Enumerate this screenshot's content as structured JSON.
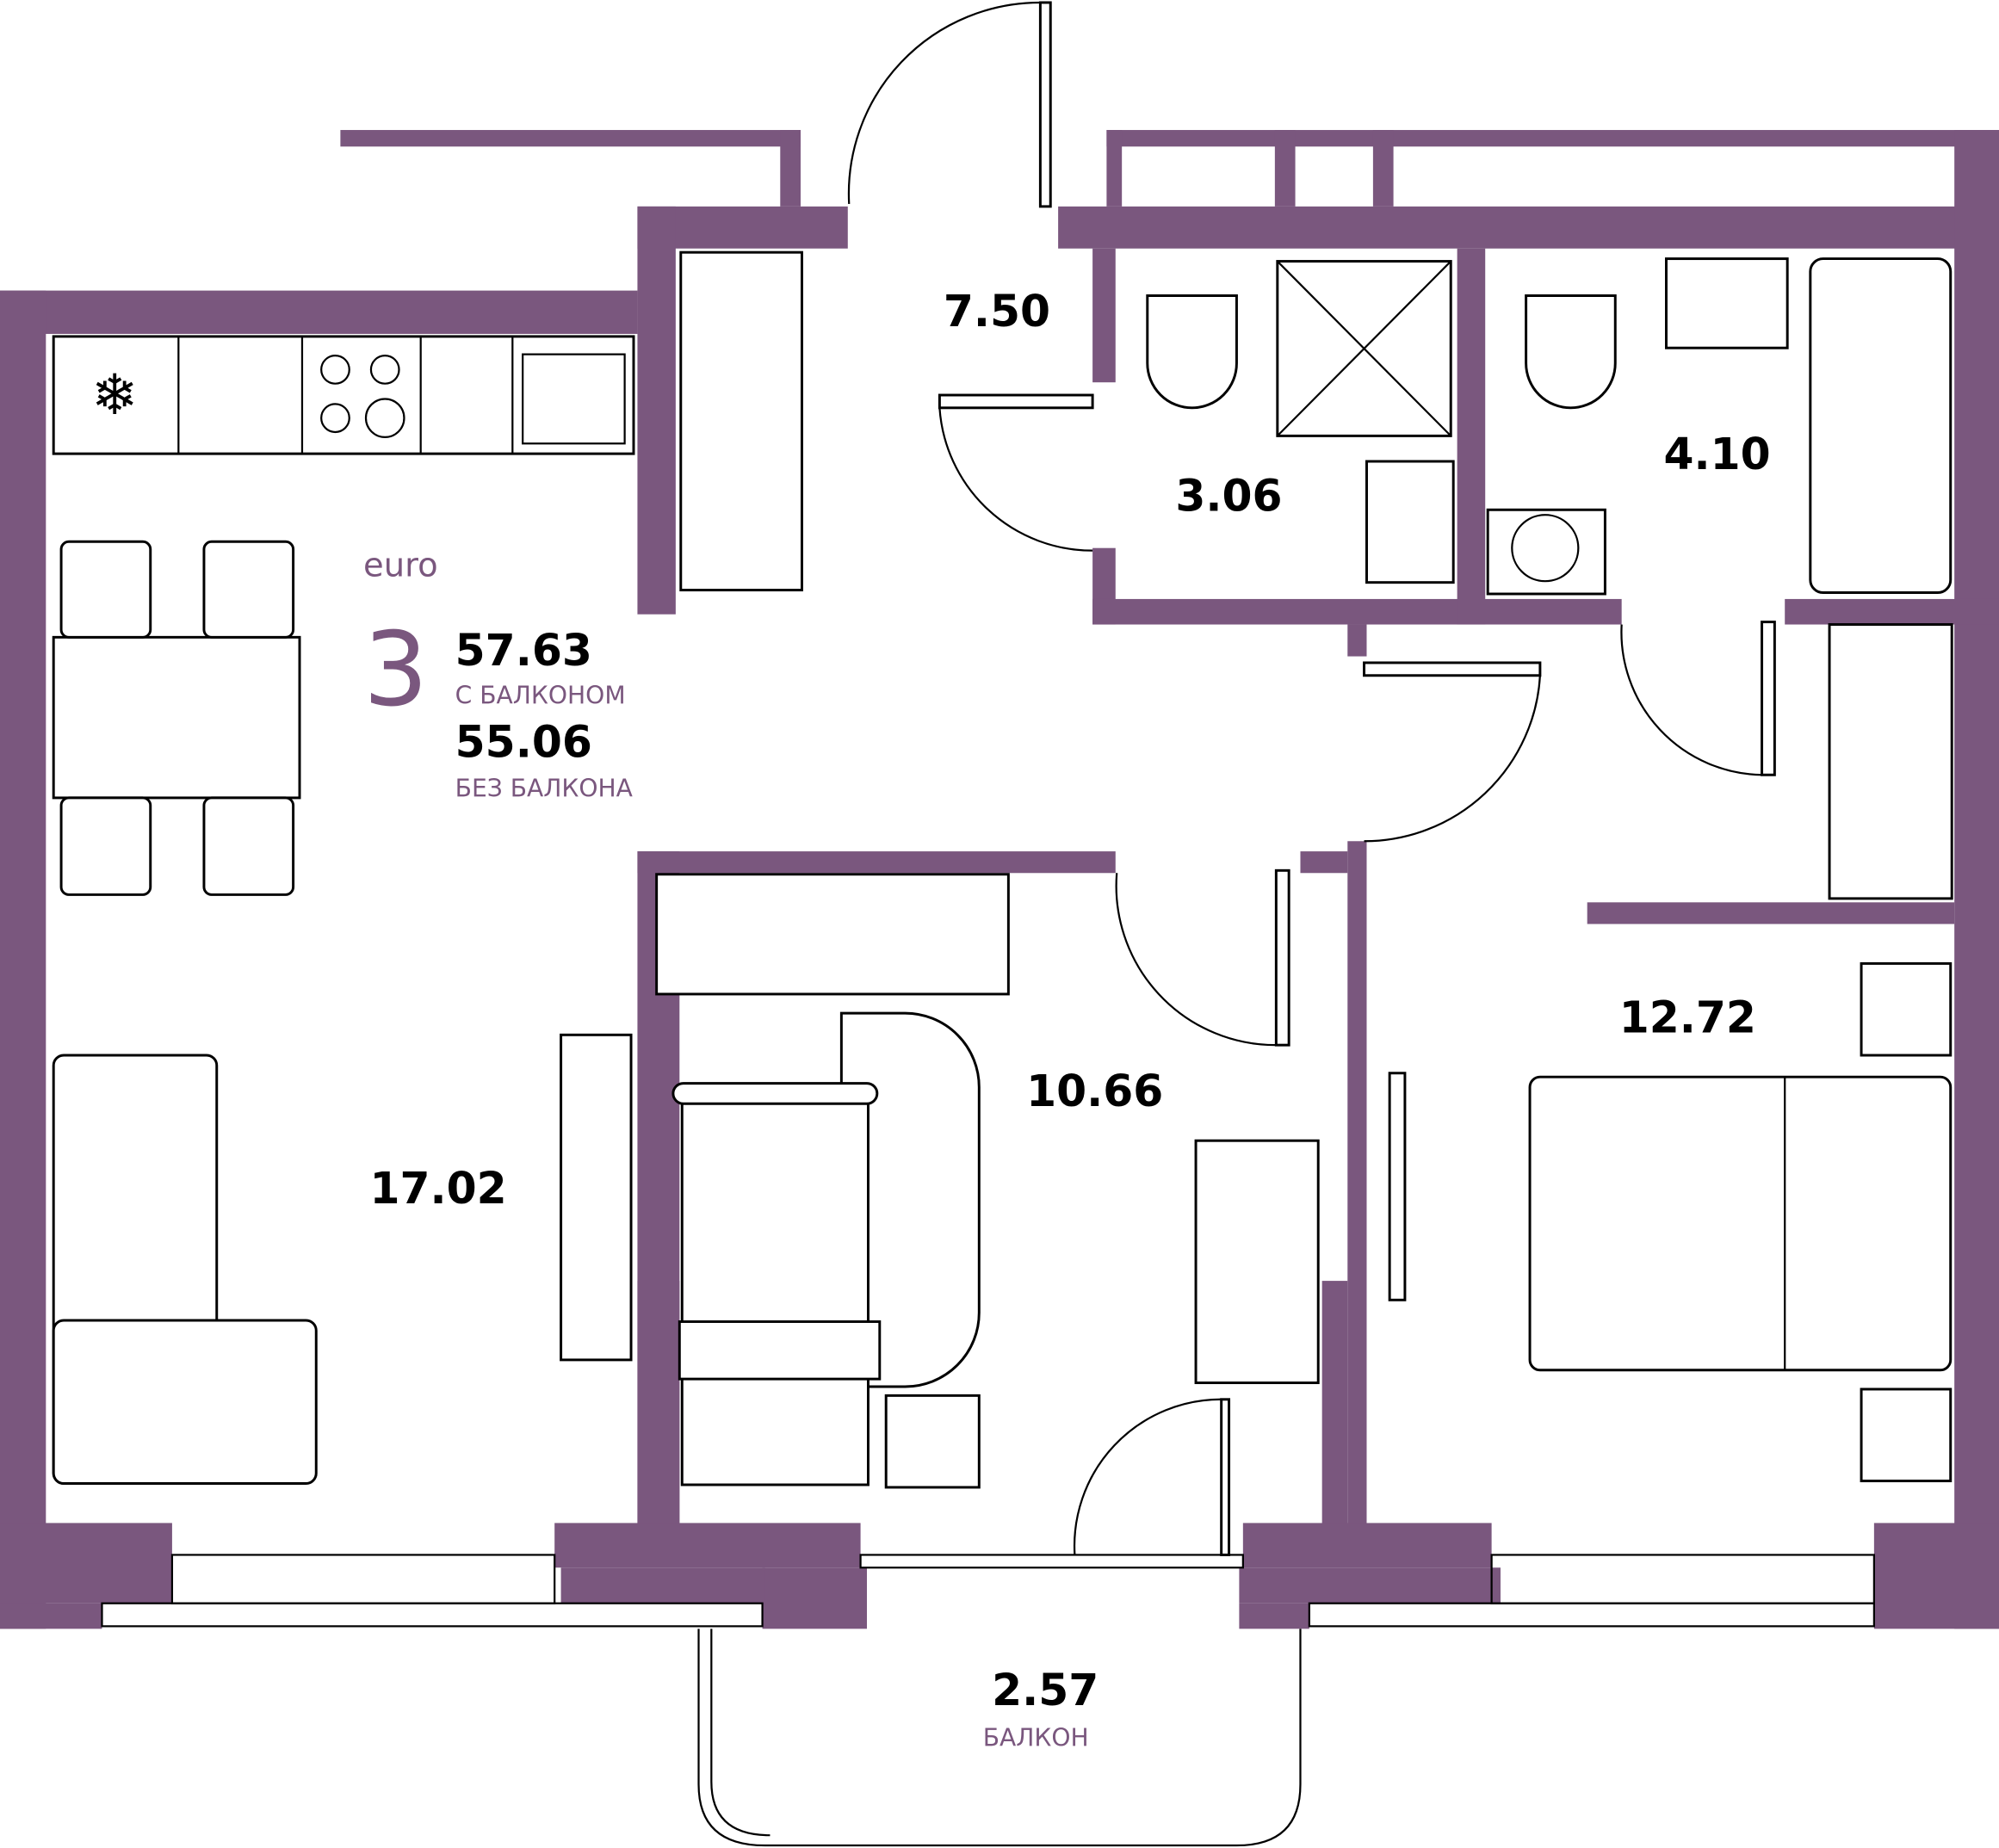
{
  "colors": {
    "wall": "#7a577e",
    "text": "#000000",
    "accent": "#7a577e"
  },
  "summary": {
    "type_label": "euro",
    "rooms": "3",
    "area_with_balcony": "57.63",
    "with_balcony_label": "С БАЛКОНОМ",
    "area_without_balcony": "55.06",
    "without_balcony_label": "БЕЗ БАЛКОНА"
  },
  "rooms": {
    "hall": "7.50",
    "bathroom1": "3.06",
    "bathroom2": "4.10",
    "kitchen_living": "17.02",
    "bedroom1": "10.66",
    "bedroom2": "12.72",
    "balcony": "2.57",
    "balcony_label": "БАЛКОН"
  }
}
